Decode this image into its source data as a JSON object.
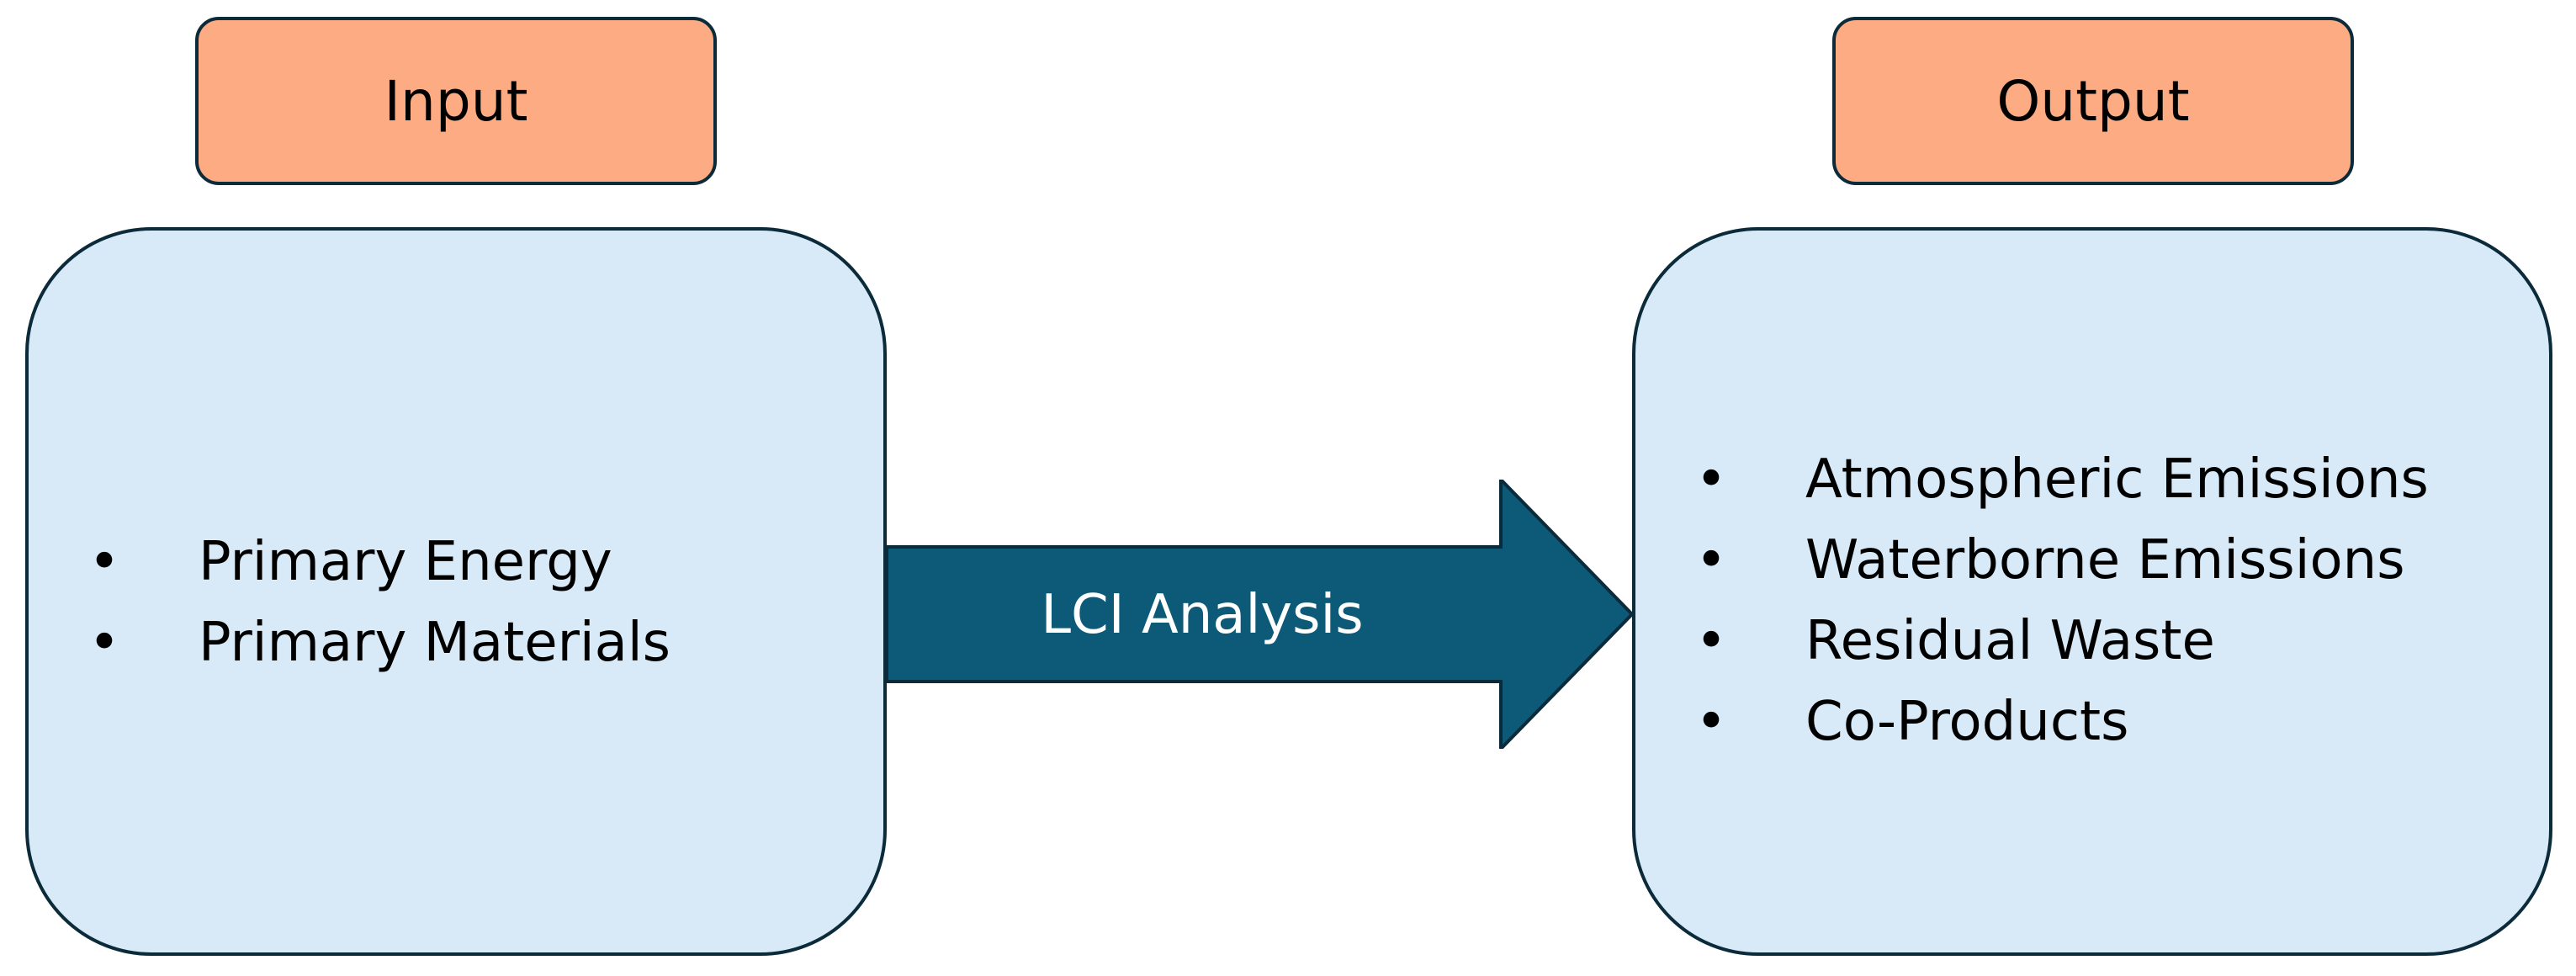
{
  "colors": {
    "header_fill": "#fdab82",
    "panel_fill": "#d8e9f7",
    "arrow_fill": "#0d5978",
    "border": "#0b2a3a",
    "arrow_text": "#ffffff"
  },
  "input": {
    "title": "Input",
    "items": [
      "Primary Energy",
      "Primary Materials"
    ]
  },
  "process": {
    "label": "LCI Analysis"
  },
  "output": {
    "title": "Output",
    "items": [
      "Atmospheric Emissions",
      "Waterborne Emissions",
      "Residual Waste",
      "Co-Products"
    ]
  }
}
